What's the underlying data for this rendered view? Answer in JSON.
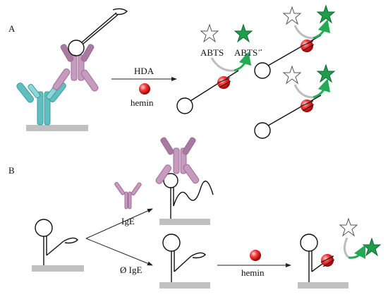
{
  "panels": {
    "a": "A",
    "b": "B"
  },
  "labels": {
    "hda": "HDA",
    "hemin_a": "hemin",
    "abts": "ABTS",
    "abts_radical": "ABTS",
    "radical_sup": "+•",
    "ige": "IgE",
    "no_ige": "Ø IgE",
    "hemin_b": "hemin"
  },
  "colors": {
    "capture_antibody": "#5fbfbf",
    "ige_antibody": "#c79bc0",
    "ige_antibody_dark": "#a87a9f",
    "surface": "#c0c0c0",
    "hemin": "#e02020",
    "star_active": "#1e9e4a",
    "arrow_green": "#22aa55",
    "arrow_grey": "#bdbdbd"
  }
}
